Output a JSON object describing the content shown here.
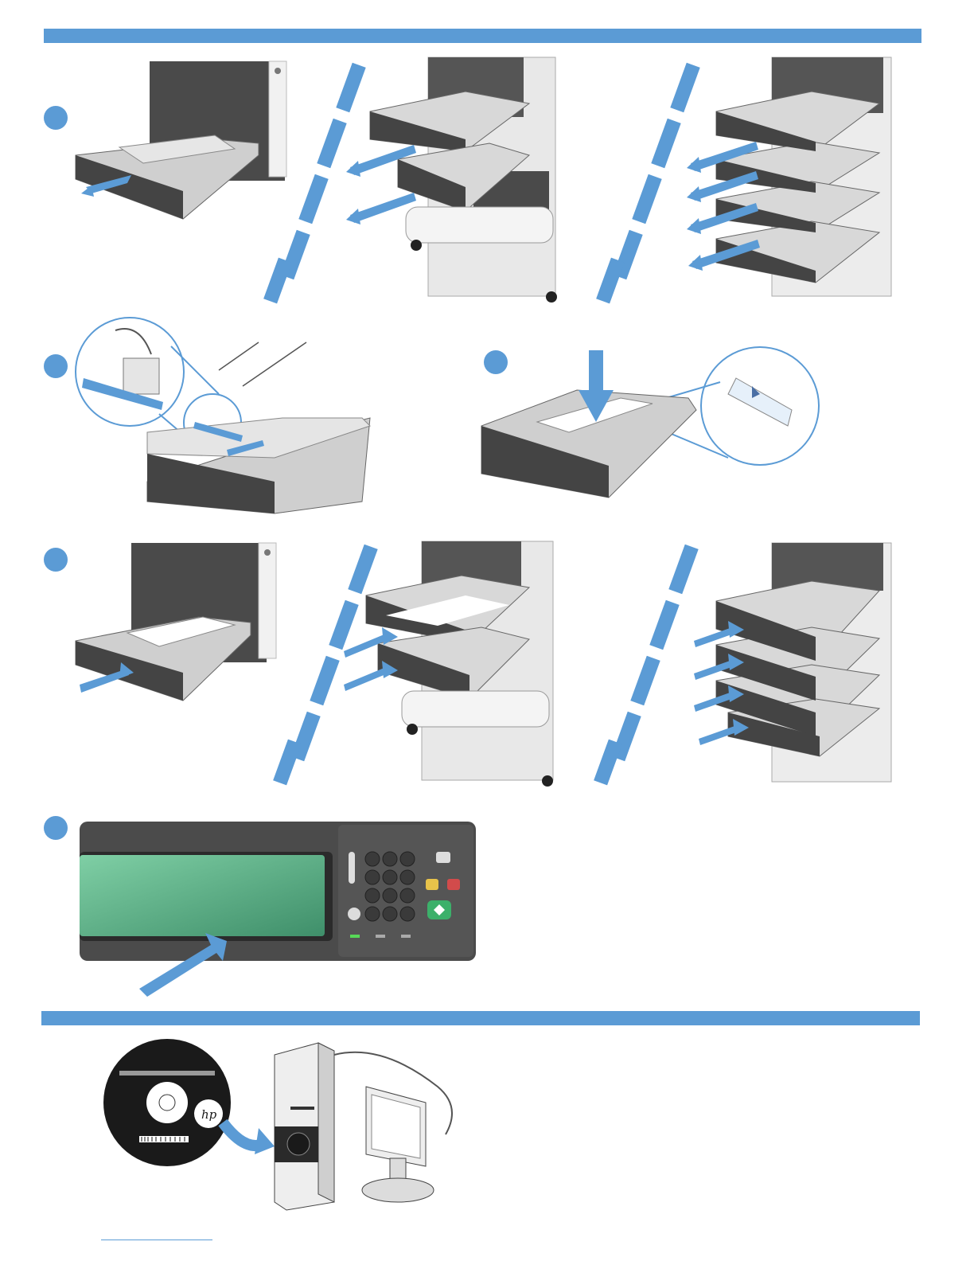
{
  "page": {
    "accent_color": "#5b9bd5",
    "sections": [
      {
        "name": "tray-steps",
        "steps": 4
      },
      {
        "name": "software-install",
        "steps": 0
      }
    ]
  },
  "icons": [
    "tray-open-arrow-icon",
    "paper-guide-icon",
    "paper-load-arrow-icon",
    "tray-close-arrow-icon",
    "control-panel-touch-icon",
    "cd-disc-icon",
    "hp-logo-icon",
    "computer-tower-icon",
    "monitor-icon"
  ]
}
